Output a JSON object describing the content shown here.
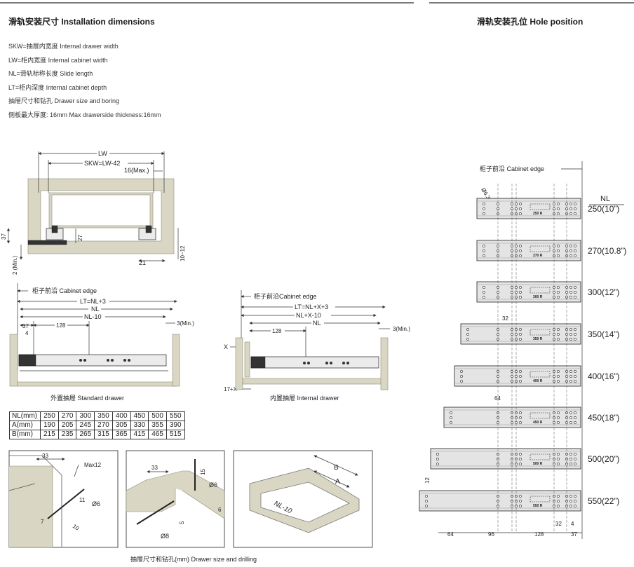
{
  "left_title": "滑轨安装尺寸 Installation dimensions",
  "right_title": "滑轨安装孔位 Hole position",
  "definitions": [
    "SKW=抽屉内宽度  Internal drawer width",
    "LW=柜内宽度  Internal cabinet width",
    "NL=滑轨标称长度  Slide length",
    "LT=柜内深度  Internal cabinet depth",
    "抽屉尺寸和钻孔  Drawer size and boring",
    "侧板最大厚度: 16mm    Max drawerside thickness:16mm"
  ],
  "front_view": {
    "lw": "LW",
    "skw": "SKW=LW-42",
    "max16": "16(Max.)",
    "d37": "37",
    "d27": "27",
    "d21": "21",
    "d10_12": "10~12",
    "min2": "2 (Min.)"
  },
  "standard": {
    "edge": "柜子前沿 Cabinet edge",
    "lt": "LT=NL+3",
    "nl": "NL",
    "nl10": "NL-10",
    "d37": "37",
    "d4": "4",
    "d128": "128",
    "min3": "3(Min.)",
    "caption": "外置抽屉 Standard drawer"
  },
  "internal": {
    "edge": "柜子前沿Cabinet edge",
    "lt": "LT=NL+X+3",
    "nlx10": "NL+X-10",
    "nl": "NL",
    "d128": "128",
    "min3": "3(Min.)",
    "x": "X",
    "x17": "17+X",
    "caption": "内置抽屉 Internal drawer"
  },
  "table": {
    "rows": [
      {
        "label": "NL(mm)",
        "values": [
          "250",
          "270",
          "300",
          "350",
          "400",
          "450",
          "500",
          "550"
        ]
      },
      {
        "label": "A(mm)",
        "values": [
          "190",
          "205",
          "245",
          "270",
          "305",
          "330",
          "355",
          "390"
        ]
      },
      {
        "label": "B(mm)",
        "values": [
          "215",
          "235",
          "265",
          "315",
          "365",
          "415",
          "465",
          "515"
        ]
      }
    ]
  },
  "drilling": {
    "d1": {
      "d33": "33",
      "max12": "Max12",
      "d11": "11",
      "d6": "Ø6",
      "d7": "7",
      "d10": "10"
    },
    "d2": {
      "d33": "33",
      "d15": "15",
      "d6": "Ø6",
      "d6b": "6",
      "d5": "5",
      "d8": "Ø8"
    },
    "d3": {
      "a": "A",
      "b": "B",
      "nl10": "NL-10"
    },
    "caption": "抽屉尺寸和钻孔(mm)  Drawer size and drilling"
  },
  "hole": {
    "edge": "柜子前沿 Cabinet edge",
    "nl_header": "NL",
    "phi": "Ø6.3",
    "rows": [
      {
        "label": "250(10”)",
        "code": "250 R"
      },
      {
        "label": "270(10.8”)",
        "code": "270 R"
      },
      {
        "label": "300(12”)",
        "code": "300 R"
      },
      {
        "label": "350(14”)",
        "code": "350 R"
      },
      {
        "label": "400(16”)",
        "code": "400 R"
      },
      {
        "label": "450(18”)",
        "code": "450 R"
      },
      {
        "label": "500(20”)",
        "code": "500 R"
      },
      {
        "label": "550(22”)",
        "code": "550 R"
      }
    ],
    "dims": {
      "d32": "32",
      "d64": "64",
      "d12": "12",
      "d96": "96",
      "d128": "128",
      "d37": "37",
      "d4": "4"
    }
  }
}
